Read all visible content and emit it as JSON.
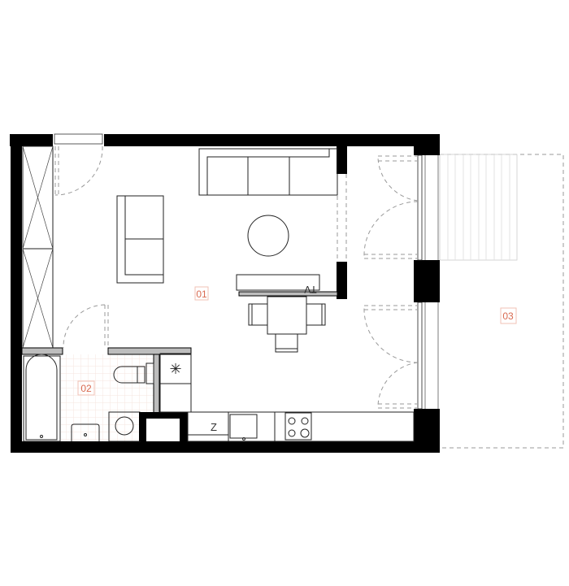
{
  "plan": {
    "rooms": [
      {
        "id": "01",
        "label": "01"
      },
      {
        "id": "02",
        "label": "02"
      },
      {
        "id": "03",
        "label": "03"
      }
    ],
    "tv_label": "TV",
    "fridge_symbol": "✳",
    "dishwasher_symbol": "Z"
  },
  "colors": {
    "wall": "#000000",
    "partition": "#bdbdbd",
    "room_label": "#d9694f",
    "bathroom_tile": "#f6e4df"
  }
}
